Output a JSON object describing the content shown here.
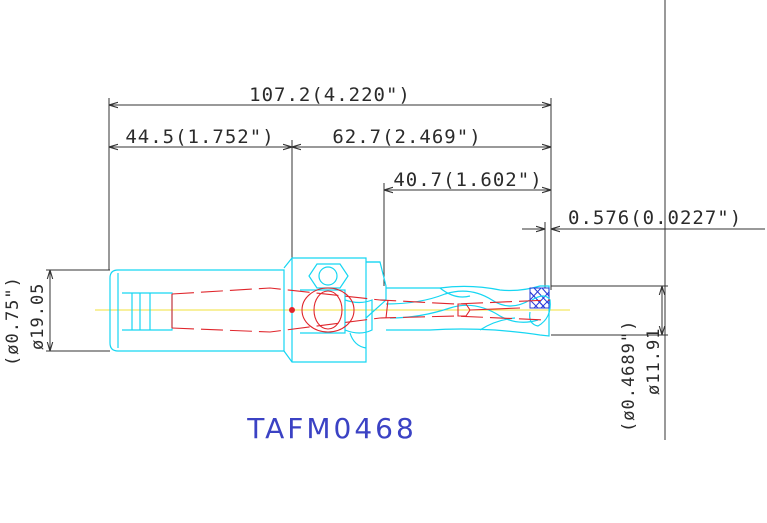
{
  "drawing": {
    "model_label": "TAFM0468",
    "dimensions": {
      "overall_length": "107.2(4.220\")",
      "shank_length": "44.5(1.752\")",
      "flute_body_length": "62.7(2.469\")",
      "flute_length": "40.7(1.602\")",
      "tip_offset": "0.576(0.0227\")",
      "shank_dia_inch": "(ø0.75\")",
      "shank_dia_mm": "ø19.05",
      "cut_dia_inch": "(ø0.4689\")",
      "cut_dia_mm": "ø11.91"
    },
    "colors": {
      "outline": "#16d6f2",
      "hidden_lines": "#e0262c",
      "center_line": "#f2e23a",
      "dimension_lines": "#333333",
      "label": "#3b42c4"
    }
  }
}
